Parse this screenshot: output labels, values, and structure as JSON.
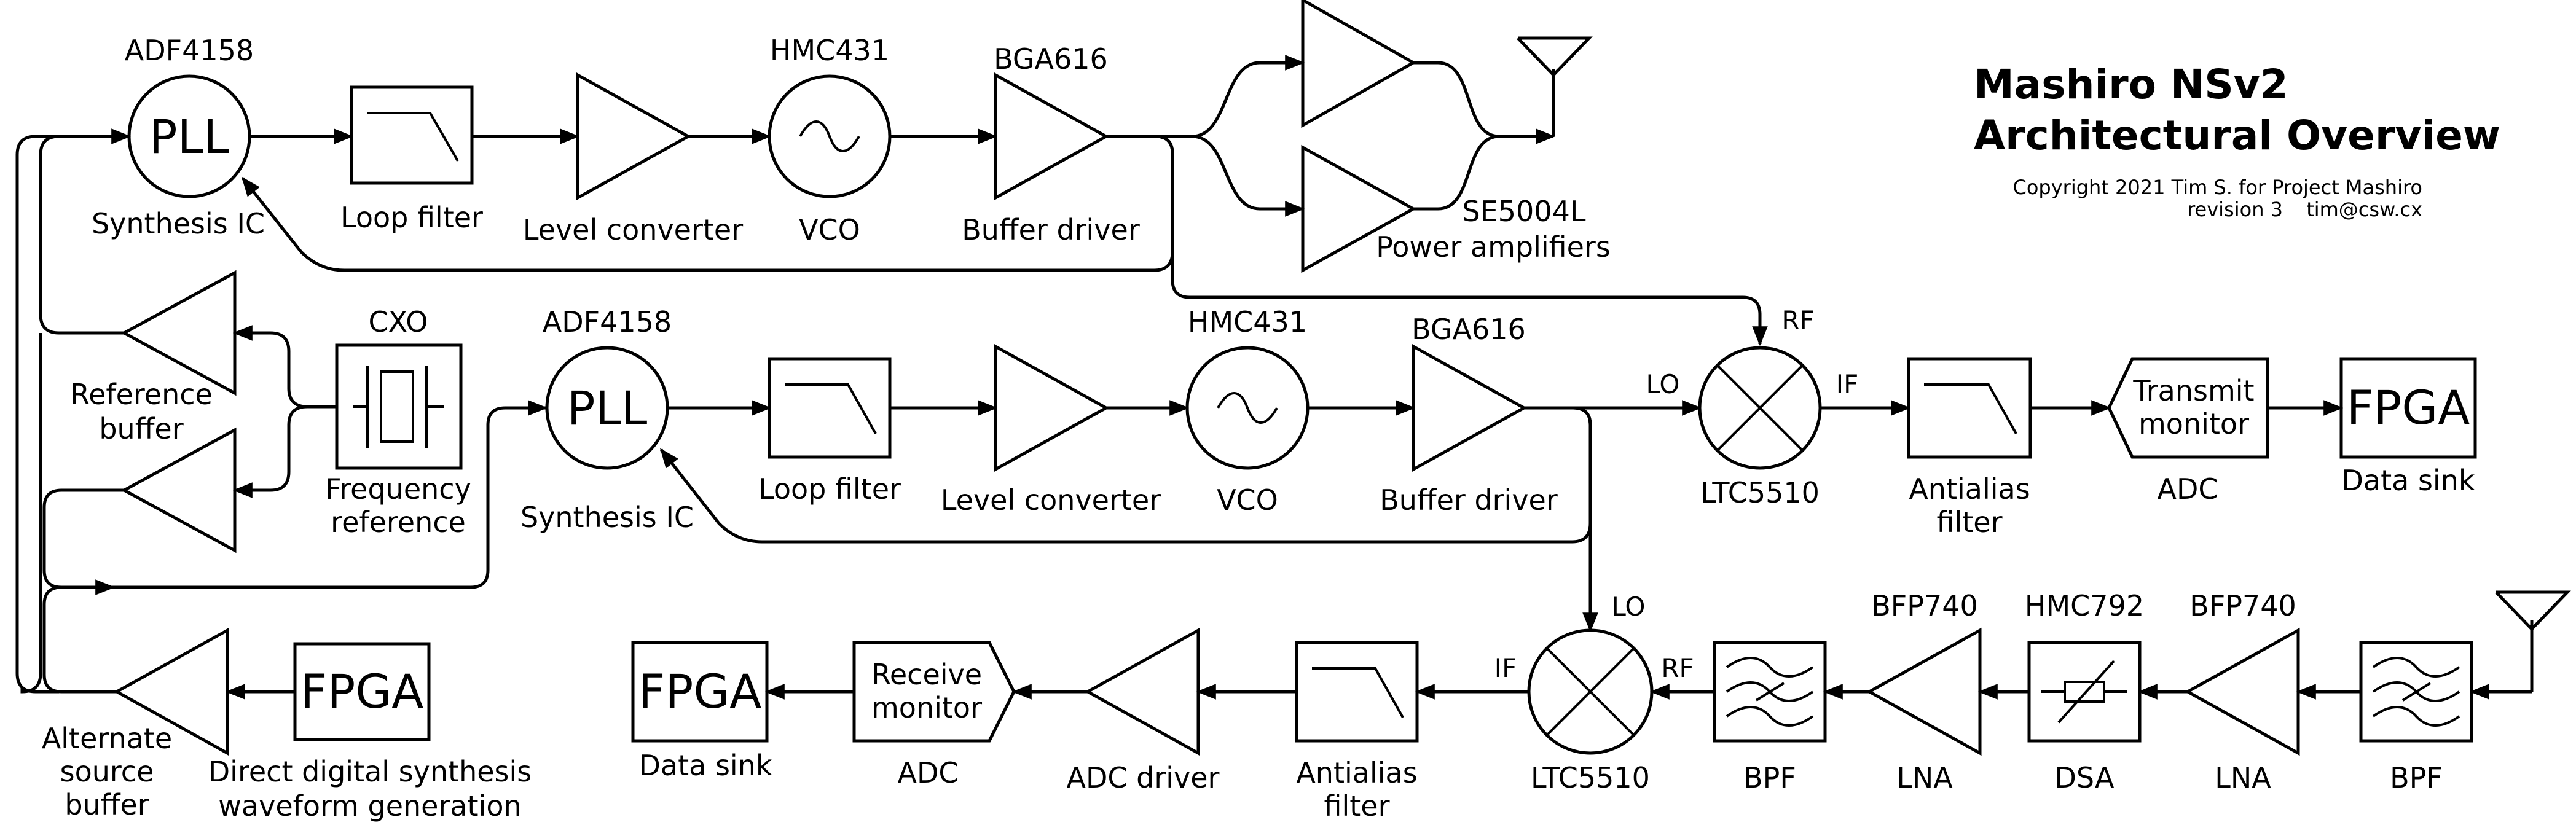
{
  "title": {
    "line1": "Mashiro NSv2",
    "line2": "Architectural Overview",
    "copyright": "Copyright 2021 Tim S. for Project Mashiro",
    "revision": "revision 3",
    "email": "tim@csw.cx"
  },
  "tx": {
    "pll": {
      "part": "ADF4158",
      "text": "PLL",
      "label": "Synthesis IC"
    },
    "loop_filter": {
      "label": "Loop filter"
    },
    "level_converter": {
      "label": "Level converter"
    },
    "vco": {
      "part": "HMC431",
      "label": "VCO"
    },
    "buffer": {
      "part": "BGA616",
      "label": "Buffer driver"
    },
    "pa": {
      "part": "SE5004L",
      "label": "Power amplifiers"
    }
  },
  "rx_lo": {
    "pll": {
      "part": "ADF4158",
      "text": "PLL",
      "label": "Synthesis IC"
    },
    "loop_filter": {
      "label": "Loop filter"
    },
    "level_converter": {
      "label": "Level converter"
    },
    "vco": {
      "part": "HMC431",
      "label": "VCO"
    },
    "buffer": {
      "part": "BGA616",
      "label": "Buffer driver"
    }
  },
  "reference": {
    "cxo": {
      "part": "CXO",
      "label1": "Frequency",
      "label2": "reference"
    },
    "ref_buffer": {
      "label1": "Reference",
      "label2": "buffer"
    },
    "alt_buffer": {
      "label1": "Alternate",
      "label2": "source",
      "label3": "buffer"
    },
    "dds": {
      "text": "FPGA",
      "label1": "Direct digital synthesis",
      "label2": "waveform generation"
    }
  },
  "monitor": {
    "mixer": {
      "label": "LTC5510",
      "lo": "LO",
      "rf": "RF",
      "if": "IF"
    },
    "filter": {
      "label1": "Antialias",
      "label2": "filter"
    },
    "adc": {
      "text1": "Transmit",
      "text2": "monitor",
      "label": "ADC"
    },
    "sink": {
      "text": "FPGA",
      "label": "Data sink"
    }
  },
  "receive": {
    "bpf2": {
      "label": "BPF"
    },
    "lna2": {
      "part": "BFP740",
      "label": "LNA"
    },
    "dsa": {
      "part": "HMC792",
      "label": "DSA"
    },
    "lna1": {
      "part": "BFP740",
      "label": "LNA"
    },
    "bpf1": {
      "label": "BPF"
    },
    "mixer": {
      "label": "LTC5510",
      "lo": "LO",
      "rf": "RF",
      "if": "IF"
    },
    "filter": {
      "label1": "Antialias",
      "label2": "filter"
    },
    "driver": {
      "label": "ADC driver"
    },
    "adc": {
      "text1": "Receive",
      "text2": "monitor",
      "label": "ADC"
    },
    "sink": {
      "text": "FPGA",
      "label": "Data sink"
    }
  }
}
